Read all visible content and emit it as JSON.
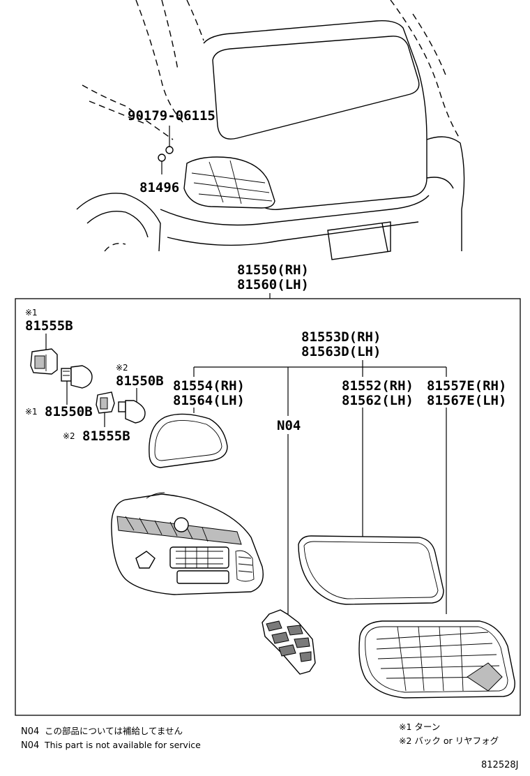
{
  "callouts": {
    "screw": "90179-06115",
    "clip": "81496",
    "lamp_assy_rh": "81550(RH)",
    "lamp_assy_lh": "81560(LH)",
    "sub_assy_rh": "81553D(RH)",
    "sub_assy_lh": "81563D(LH)",
    "gasket_rh": "81554(RH)",
    "gasket_lh": "81564(LH)",
    "lens_gasket_rh": "81552(RH)",
    "lens_gasket_lh": "81562(LH)",
    "lens_rh": "81557E(RH)",
    "lens_lh": "81567E(LH)",
    "reflector": "N04",
    "socket_1": "81555B",
    "bulb_1": "81550B",
    "bulb_2": "81550B",
    "socket_2": "81555B",
    "mark_1": "※1",
    "mark_2": "※2"
  },
  "notes": {
    "n04_code": "N04",
    "n04_jp": "この部品については補給してません",
    "n04_en": "This part is not available for service",
    "legend_1": "※1 ターン",
    "legend_2": "※2 バック or リヤフォグ",
    "diagram_id": "812528J"
  }
}
